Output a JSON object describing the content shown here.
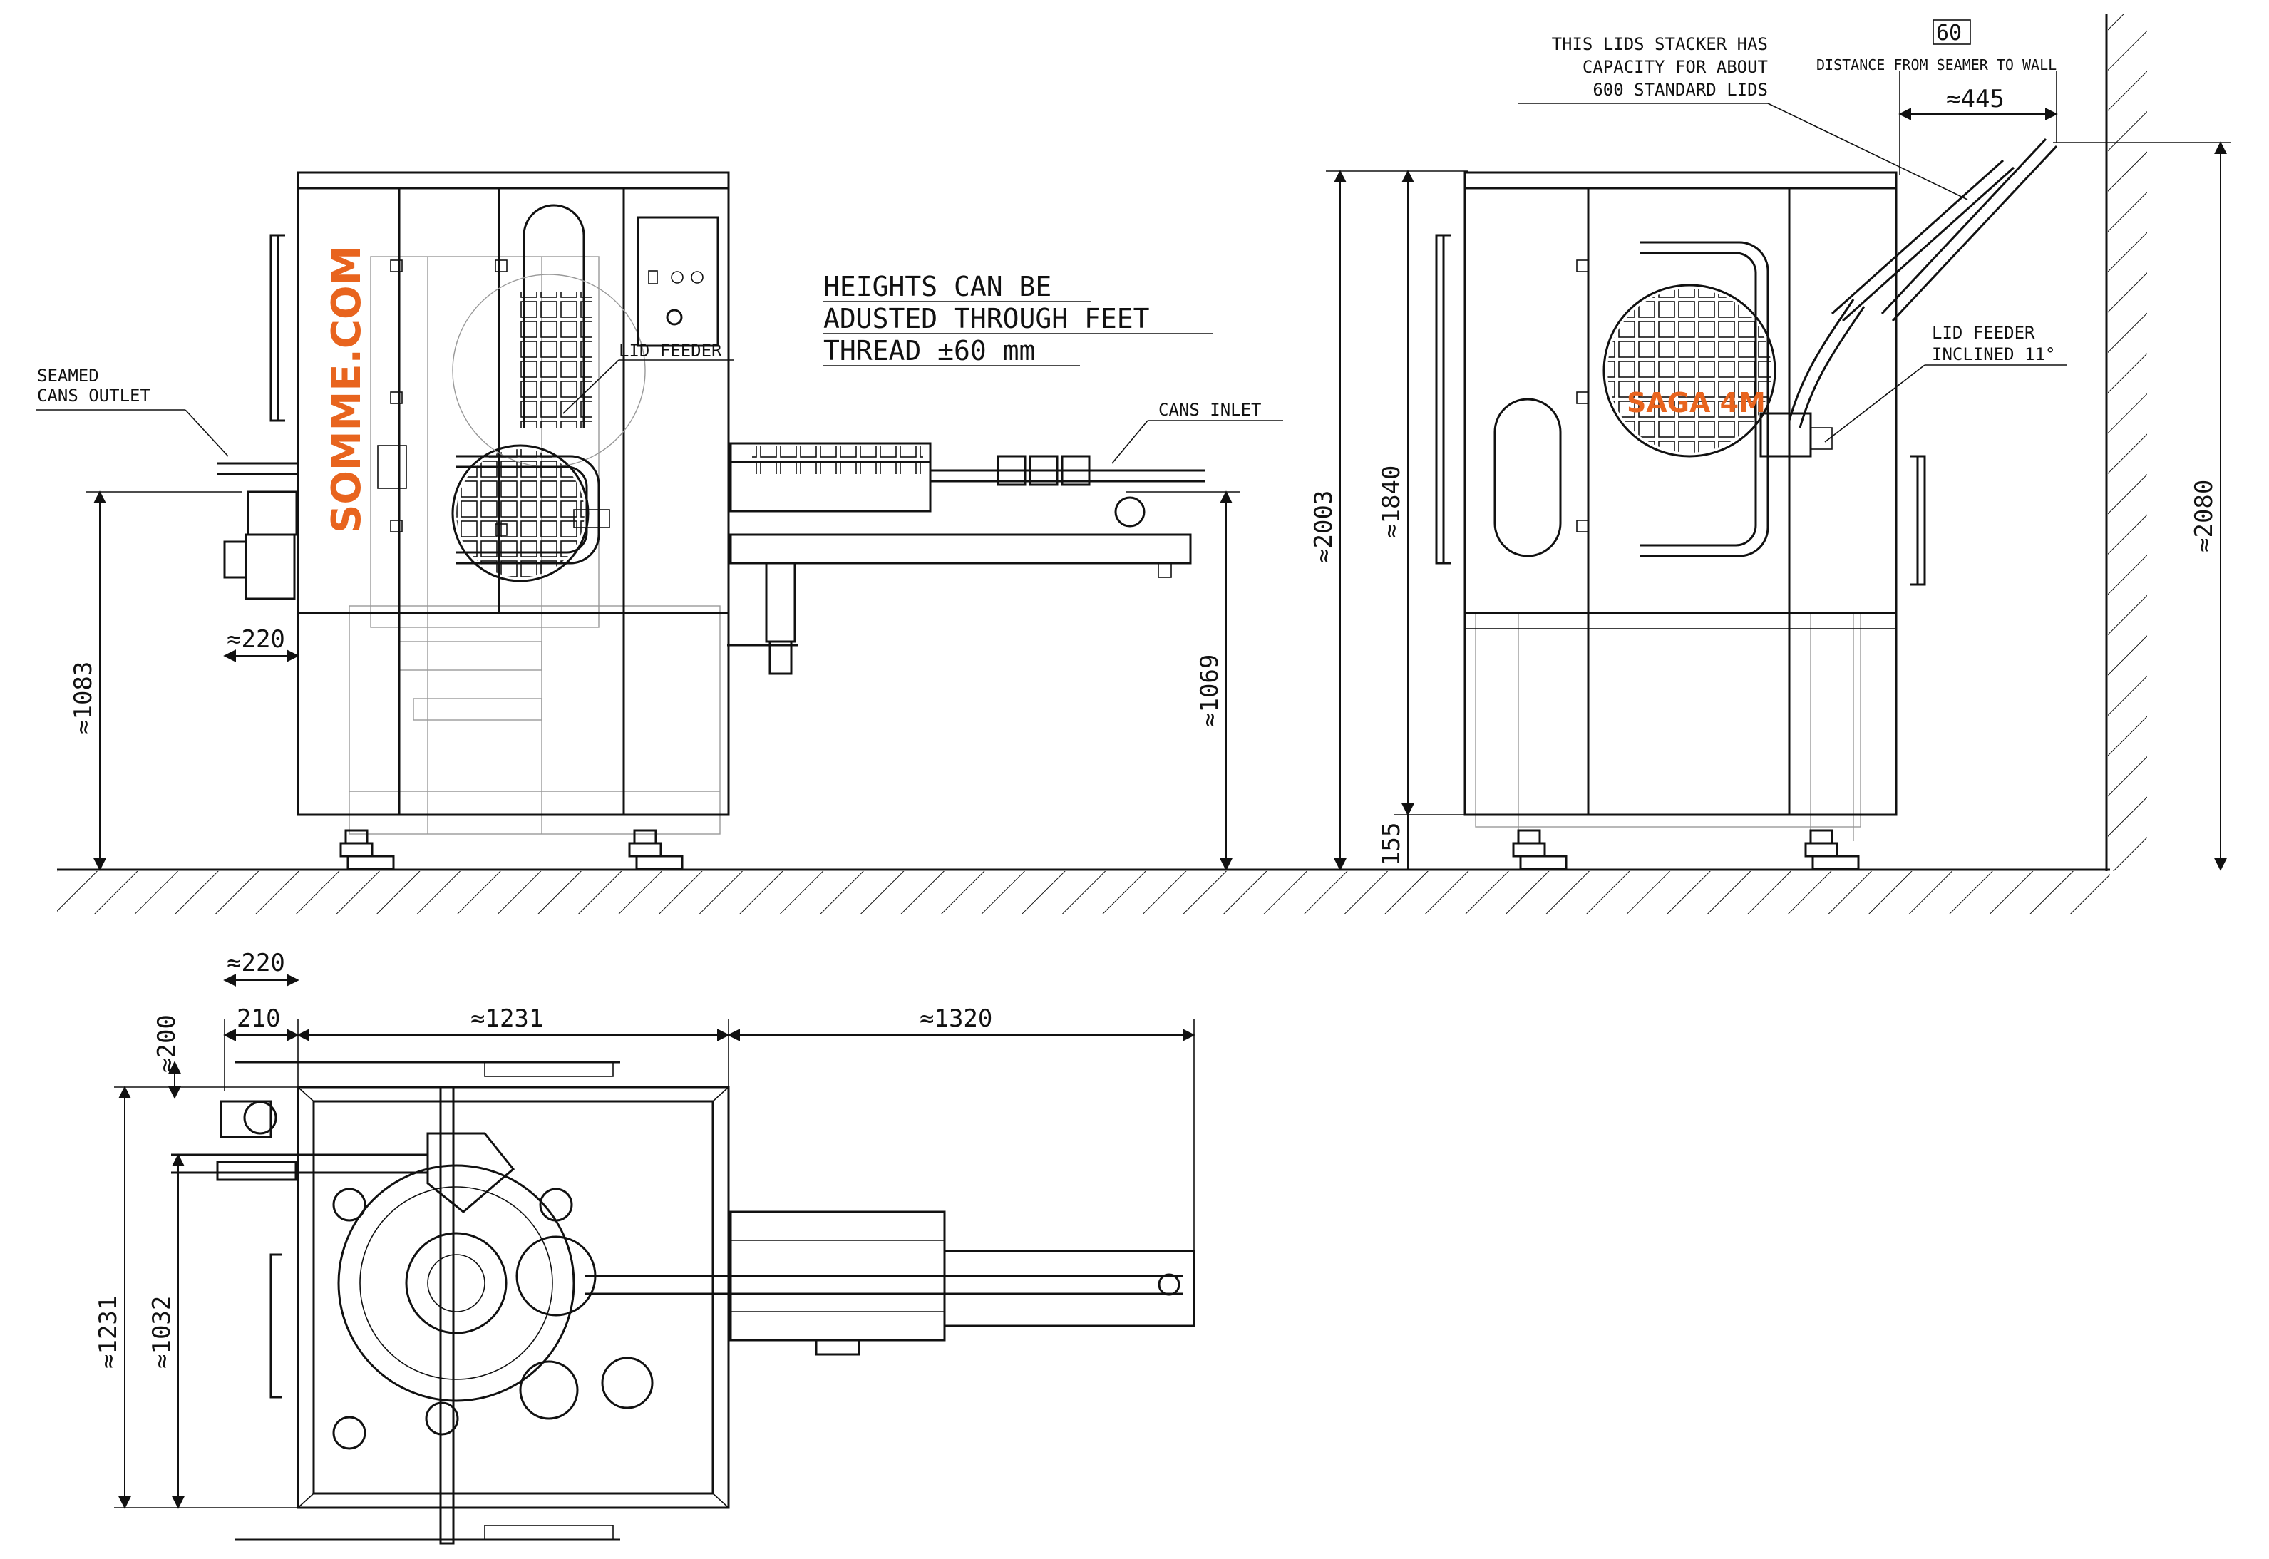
{
  "colors": {
    "line": "#111111",
    "ghost": "#999999",
    "brand": "#e8641e",
    "background": "#ffffff"
  },
  "notes": {
    "heights_line1": "HEIGHTS CAN BE",
    "heights_line2": "ADUSTED THROUGH FEET",
    "heights_line3": "THREAD ±60 mm",
    "stacker_line1": "THIS LIDS STACKER HAS",
    "stacker_line2": "CAPACITY FOR ABOUT",
    "stacker_line3": "600 STANDARD LIDS",
    "wall_distance": "DISTANCE FROM SEAMER TO WALL"
  },
  "labels": {
    "seamed_line1": "SEAMED",
    "seamed_line2": "CANS OUTLET",
    "lid_feeder": "LID FEEDER",
    "cans_inlet": "CANS INLET",
    "lid_inclined_line1": "LID FEEDER",
    "lid_inclined_line2": "INCLINED 11°"
  },
  "branding": {
    "front": "SOMME.COM",
    "side": "SAGA 4M"
  },
  "dimensions": {
    "front_1083": "≈1083",
    "front_220": "≈220",
    "front_1069": "≈1069",
    "side_2003": "≈2003",
    "side_1840": "≈1840",
    "side_155": "155",
    "side_2080": "≈2080",
    "side_445": "≈445",
    "side_60": "60",
    "top_220": "≈220",
    "top_210": "210",
    "top_1231_h": "≈1231",
    "top_1320": "≈1320",
    "top_200": "≈200",
    "top_1231_v": "≈1231",
    "top_1032": "≈1032"
  }
}
